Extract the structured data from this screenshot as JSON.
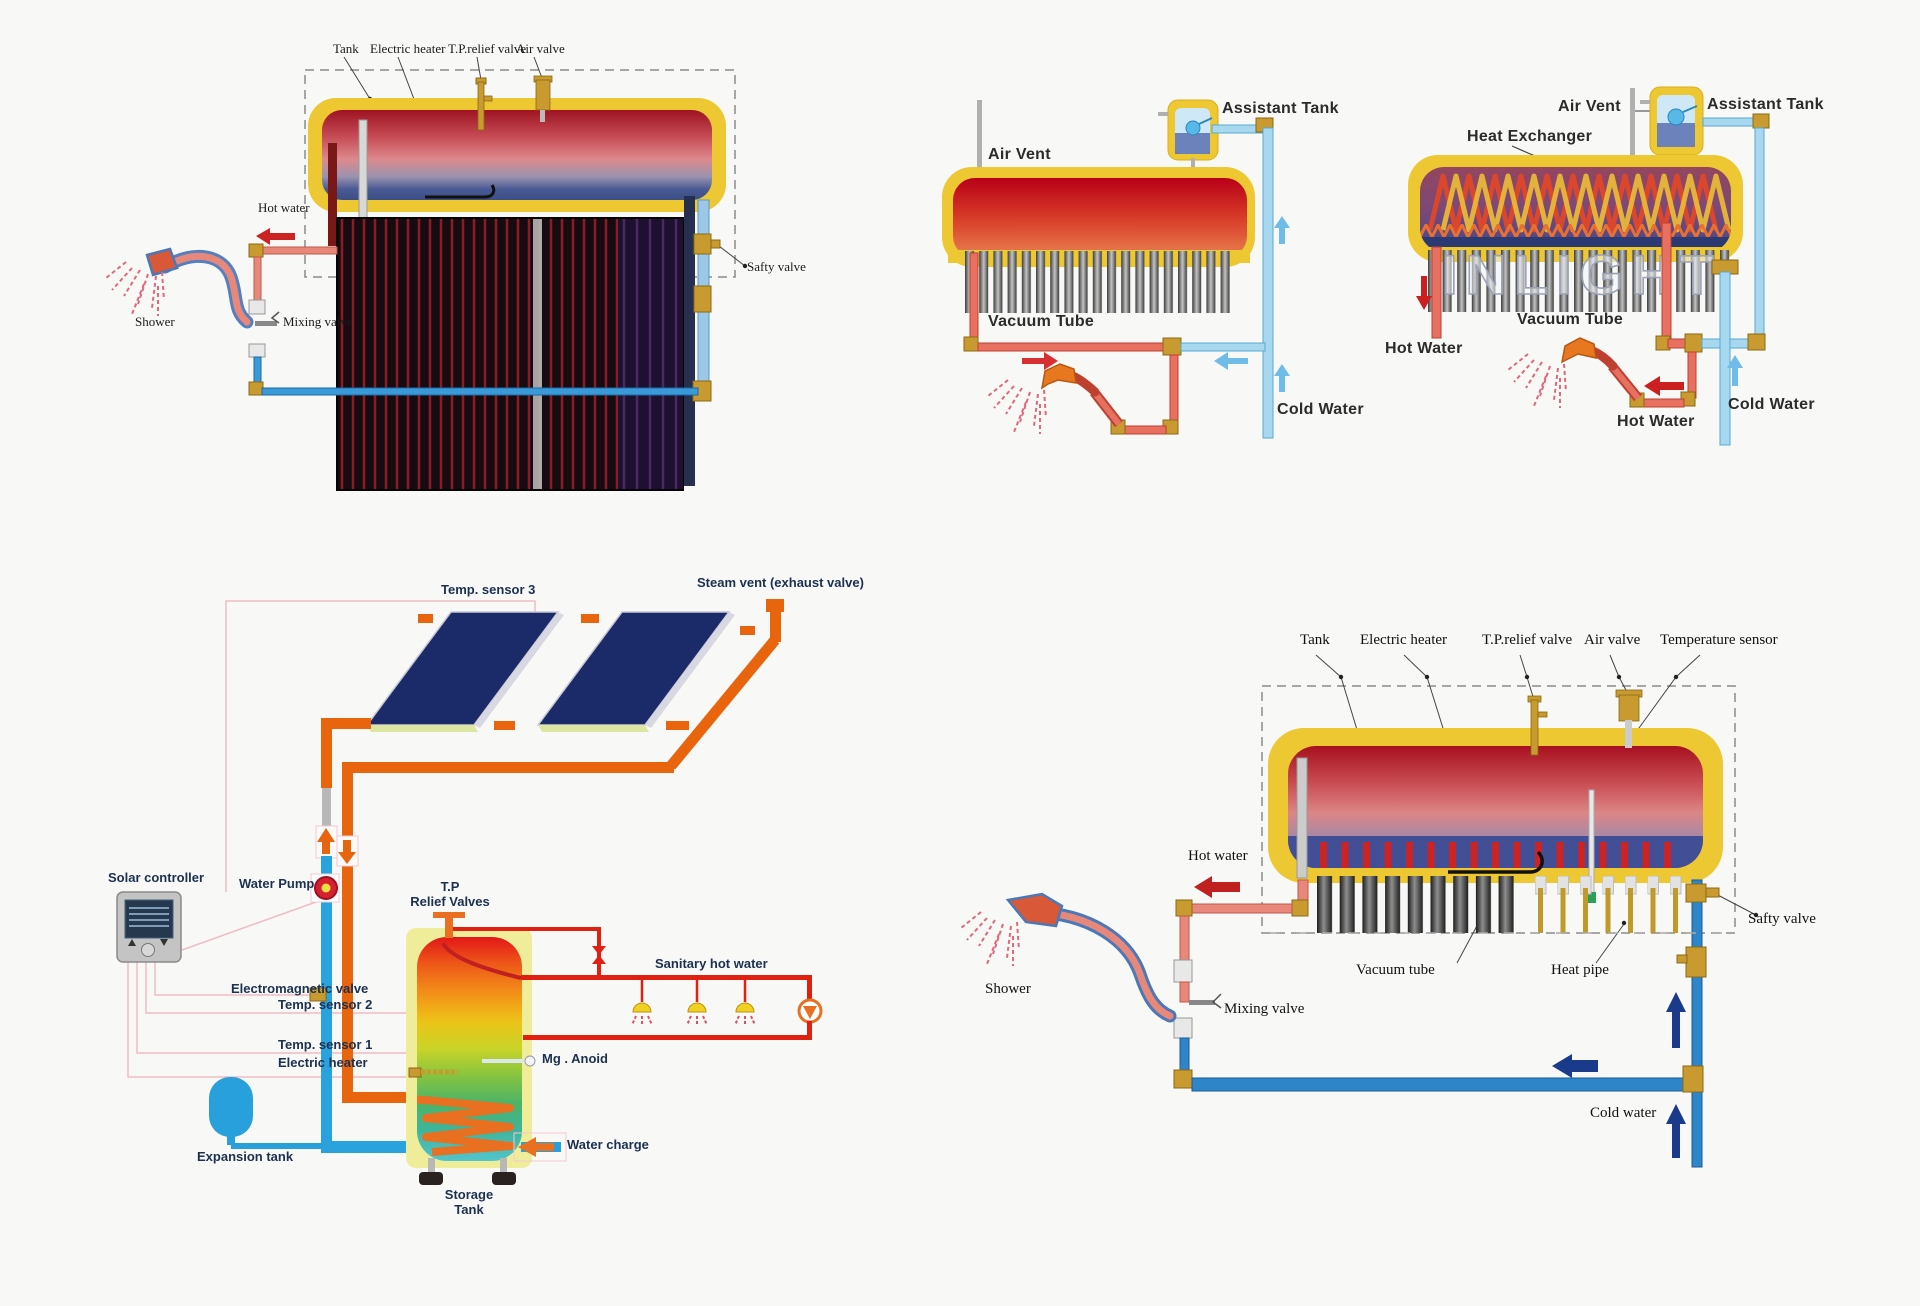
{
  "diagram1": {
    "name": "compact pressurized flat-plate solar water heater",
    "labels": {
      "tank": "Tank",
      "electric_heater": "Electric heater",
      "tp_relief_valve": "T.P.relief valve",
      "air_valve": "Air valve",
      "hot_water": "Hot water",
      "shower": "Shower",
      "mixing_valve": "Mixing valve",
      "safty_valve": "Safty valve"
    }
  },
  "diagram2": {
    "name": "vacuum tube solar water heater with assistant tank",
    "labels": {
      "air_vent": "Air Vent",
      "assistant_tank": "Assistant Tank",
      "vacuum_tube": "Vacuum Tube",
      "cold_water": "Cold Water"
    }
  },
  "diagram3": {
    "name": "pre-heated solar water heater with heat exchanger",
    "watermark": "INLIGHT",
    "labels": {
      "air_vent": "Air Vent",
      "assistant_tank": "Assistant Tank",
      "heat_exchanger": "Heat Exchanger",
      "vacuum_tube": "Vacuum Tube",
      "hot_water_left": "Hot Water",
      "hot_water_bottom": "Hot Water",
      "cold_water": "Cold Water"
    }
  },
  "diagram4": {
    "name": "split pumped solar water heating system",
    "labels": {
      "temp_sensor_3": "Temp. sensor 3",
      "steam_vent": "Steam vent (exhaust valve)",
      "solar_controller": "Solar controller",
      "water_pump": "Water Pump",
      "tp_line1": "T.P",
      "tp_line2": "Relief Valves",
      "electromagnetic_valve": "Electromagnetic valve",
      "temp_sensor_2": "Temp. sensor 2",
      "temp_sensor_1": "Temp. sensor 1",
      "electric_heater": "Electric heater",
      "expansion_tank": "Expansion tank",
      "sanitary_hot_water": "Sanitary hot water",
      "mg_anoid": "Mg . Anoid",
      "water_charge": "Water charge",
      "storage_line1": "Storage",
      "storage_line2": "Tank"
    }
  },
  "diagram5": {
    "name": "heat pipe pressurized solar water heater",
    "labels": {
      "tank": "Tank",
      "electric_heater": "Electric heater",
      "tp_relief_valve": "T.P.relief valve",
      "air_valve": "Air valve",
      "temperature_sensor": "Temperature sensor",
      "hot_water": "Hot water",
      "shower": "Shower",
      "mixing_valve": "Mixing valve",
      "vacuum_tube": "Vacuum tube",
      "heat_pipe": "Heat pipe",
      "safty_valve": "Safty valve",
      "cold_water": "Cold water"
    }
  },
  "colors": {
    "tank_shell_yellow": "#eec832",
    "hot_red": "#e02010",
    "salmon_pipe": "#e8887a",
    "orange_pipe": "#e8650d",
    "cold_light_blue": "#a8d8f0",
    "cold_blue": "#2e86c8",
    "dark_arrow_blue": "#1a3a8c",
    "brass": "#c89a30",
    "collector_navy": "#1b2a68"
  }
}
